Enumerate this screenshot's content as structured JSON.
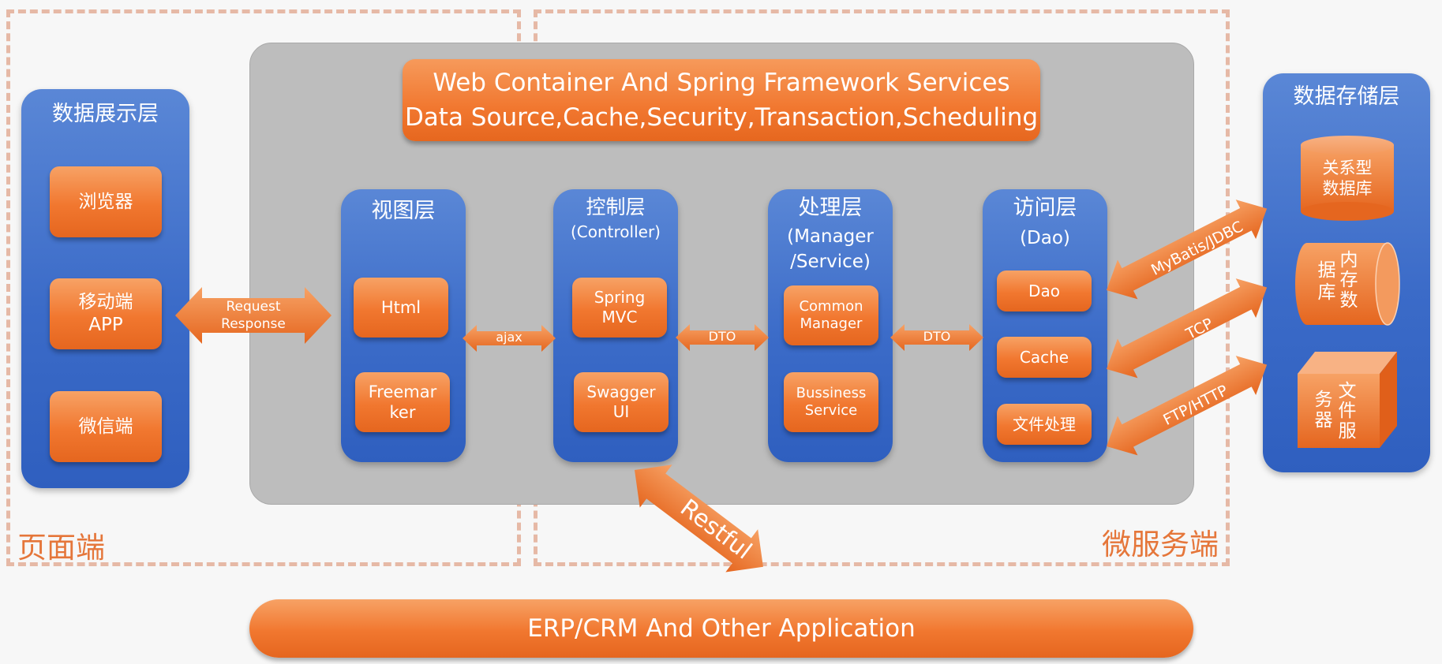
{
  "regions": {
    "frontend_label": "页面端",
    "microservice_label": "微服务端"
  },
  "banner": {
    "line1": "Web Container And Spring Framework Services",
    "line2": "Data Source,Cache,Security,Transaction,Scheduling"
  },
  "presentation": {
    "title": "数据展示层",
    "items": [
      "浏览器",
      "移动端\nAPP",
      "微信端"
    ]
  },
  "view": {
    "title": "视图层",
    "items": [
      "Html",
      "Freemar\nker"
    ]
  },
  "controller": {
    "title": "控制层",
    "subtitle": "(Controller)",
    "items": [
      "Spring\nMVC",
      "Swagger\nUI"
    ]
  },
  "processing": {
    "title": "处理层",
    "subtitle": "(Manager\n/Service)",
    "items": [
      "Common\nManager",
      "Bussiness\nService"
    ]
  },
  "access": {
    "title": "访问层",
    "subtitle": "(Dao)",
    "items": [
      "Dao",
      "Cache",
      "文件处理"
    ]
  },
  "storage": {
    "title": "数据存储层",
    "relational_db": "关系型\n数据库",
    "memory_db_left": "据\n库",
    "memory_db_right": "内\n存\n数",
    "file_server_left": "务\n器",
    "file_server_right": "文\n件\n服"
  },
  "connectors": {
    "request_response": "Request\nResponse",
    "ajax": "ajax",
    "dto_1": "DTO",
    "dto_2": "DTO",
    "mybatis": "MyBatis/JDBC",
    "tcp": "TCP",
    "ftp": "FTP/HTTP",
    "restful": "Restful"
  },
  "bottom_bar": {
    "label": "ERP/CRM And Other Application"
  },
  "colors": {
    "orange": "#f1772f",
    "blue": "#3b6bc8",
    "gray_panel": "#bdbdbd",
    "dash": "#e6b9a6",
    "region_text": "#e5763a"
  }
}
